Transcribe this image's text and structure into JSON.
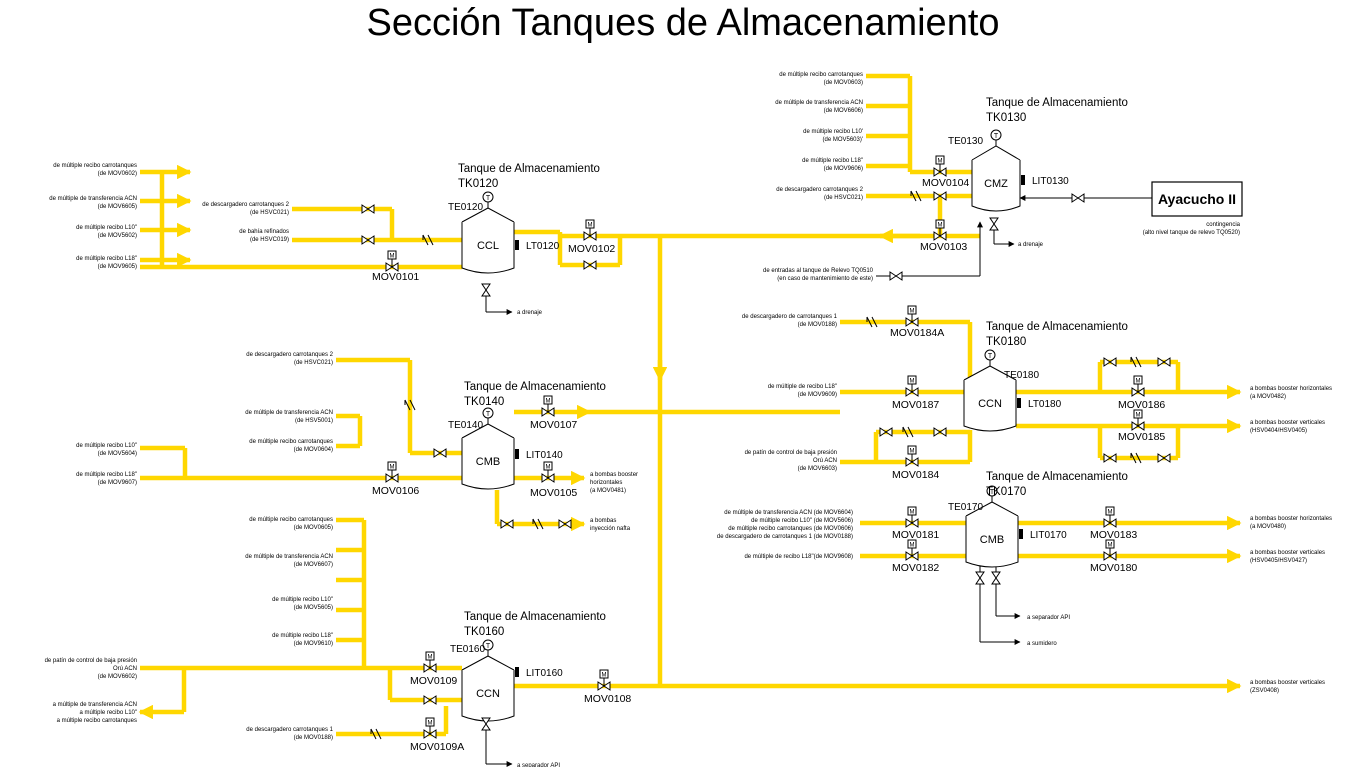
{
  "title": "Sección Tanques de Almacenamiento",
  "tanks": [
    {
      "id": "ccl",
      "name": "CCL",
      "heading": "Tanque de Almacenamiento",
      "tag": "TK0120",
      "te": "TE0120",
      "lt": "LT0120"
    },
    {
      "id": "cmz",
      "name": "CMZ",
      "heading": "Tanque de Almacenamiento",
      "tag": "TK0130",
      "te": "TE0130",
      "lt": "LIT0130"
    },
    {
      "id": "cmb140",
      "name": "CMB",
      "heading": "Tanque de Almacenamiento",
      "tag": "TK0140",
      "te": "TE0140",
      "lt": "LIT0140"
    },
    {
      "id": "ccn180",
      "name": "CCN",
      "heading": "Tanque de Almacenamiento",
      "tag": "TK0180",
      "te": "TE0180",
      "lt": "LT0180"
    },
    {
      "id": "cmb170",
      "name": "CMB",
      "heading": "Tanque de Almacenamiento",
      "tag": "TK0170",
      "te": "TE0170",
      "lt": "LIT0170"
    },
    {
      "id": "ccn160",
      "name": "CCN",
      "heading": "Tanque de Almacenamiento",
      "tag": "TK0160",
      "te": "TE0160",
      "lt": "LIT0160"
    }
  ],
  "valves": [
    {
      "key": "mov0101",
      "tag": "MOV0101"
    },
    {
      "key": "mov0102",
      "tag": "MOV0102"
    },
    {
      "key": "mov0104",
      "tag": "MOV0104"
    },
    {
      "key": "mov0103",
      "tag": "MOV0103"
    },
    {
      "key": "mov0107",
      "tag": "MOV0107"
    },
    {
      "key": "mov0106",
      "tag": "MOV0106"
    },
    {
      "key": "mov0105",
      "tag": "MOV0105"
    },
    {
      "key": "mov0184a",
      "tag": "MOV0184A"
    },
    {
      "key": "mov0187",
      "tag": "MOV0187"
    },
    {
      "key": "mov0184",
      "tag": "MOV0184"
    },
    {
      "key": "mov0186",
      "tag": "MOV0186"
    },
    {
      "key": "mov0185",
      "tag": "MOV0185"
    },
    {
      "key": "mov0181",
      "tag": "MOV0181"
    },
    {
      "key": "mov0182",
      "tag": "MOV0182"
    },
    {
      "key": "mov0183",
      "tag": "MOV0183"
    },
    {
      "key": "mov0180",
      "tag": "MOV0180"
    },
    {
      "key": "mov0109",
      "tag": "MOV0109"
    },
    {
      "key": "mov0109a",
      "tag": "MOV0109A"
    },
    {
      "key": "mov0108",
      "tag": "MOV0108"
    }
  ],
  "external": {
    "box": "Ayacucho II",
    "note1": "contingencia",
    "note2": "(alto nivel tanque de relevo TQ0520)"
  },
  "drain": "a drenaje",
  "labels": {
    "l120_1a": "de múltiple recibo carrotanques",
    "l120_1b": "(de MOV0602)",
    "l120_2a": "de múltiple de transferencia ACN",
    "l120_2b": "(de MOV6605)",
    "l120_3a": "de múltiple recibo L10\"",
    "l120_3b": "(de MOV5602)",
    "l120_4a": "de múltiple recibo L18\"",
    "l120_4b": "(de MOV9605)",
    "l120_5a": "de descargadero carrotanques 2",
    "l120_5b": "(de HSVC021)",
    "l120_6a": "de bahía refinados",
    "l120_6b": "(de HSVC019)",
    "l130_1a": "de múltiple recibo carrotanques",
    "l130_1b": "(de MOV0603)",
    "l130_2a": "de múltiple de transferencia ACN",
    "l130_2b": "(de MOV6606)",
    "l130_3a": "de múltiple recibo L10'",
    "l130_3b": "(de MOV5603)'",
    "l130_4a": "de múltiple recibo L18\"",
    "l130_4b": "(de MOV9606)",
    "l130_5a": "de descargadero carrotanques 2",
    "l130_5b": "(de HSVC021)",
    "relevo_a": "de entradas al tanque de Relevo TQ0510",
    "relevo_b": "(en caso de mantenimiento de este)",
    "l140_1a": "de descargadero carrotanques 2",
    "l140_1b": "(de HSVC021)",
    "l140_2a": "de múltiple de transferencia ACN",
    "l140_2b": "(de HSV5001)",
    "l140_3a": "de múltiple recibo carrotanques",
    "l140_3b": "(de MOV0604)",
    "l140_4a": "de múltiple recibo L10\"",
    "l140_4b": "(de MOV5604)",
    "l140_5a": "de múltiple recibo L18\"",
    "l140_5b": "(de MOV9607)",
    "o140_1a": "a bombas booster",
    "o140_1b": "horizontales",
    "o140_1c": "(a MOV0481)",
    "o140_2a": "a bombas",
    "o140_2b": "inyección nafta",
    "l180_1a": "de descargadero de carrotanques 1",
    "l180_1b": "(de MOV0188)",
    "l180_2a": "de múltiple de recibo L18\"",
    "l180_2b": "(de MOV9609)",
    "l180_3a": "de patín de control de baja presión",
    "l180_3b": "Orú ACN",
    "l180_3c": "(de MOV6603)",
    "o180_1a": "a bombas booster horizontales",
    "o180_1b": "(a MOV0482)",
    "o180_2a": "a bombas booster verticales",
    "o180_2b": "(HSV0404/HSV0405)",
    "l170_1": "de múltiple de transferencia ACN (de MOV6604)",
    "l170_2": "de múltiple recibo L10\" (de MOV5606)",
    "l170_3": "de múltiple recibo carrotanques (de MOV0606)",
    "l170_4": "de descargadero de carrotanques 1 (de MOV0188)",
    "l170_5": "de múltiple de recibo L18\"(de MOV9608)",
    "o170_1a": "a bombas booster horizontales",
    "o170_1b": "(a MOV0480)",
    "o170_2a": "a bombas booster verticales",
    "o170_2b": "(HSV0405/HSV0427)",
    "o170_3": "a separador API",
    "o170_4": "a sumidero",
    "l160_1a": "de múltiple recibo carrotanques",
    "l160_1b": "(de MOV0605)",
    "l160_2a": "de múltiple de transferencia ACN",
    "l160_2b": "(de MOV6607)",
    "l160_3a": "de múltiple recibo L10\"",
    "l160_3b": "(de MOV5605)",
    "l160_4a": "de múltiple recibo L18\"",
    "l160_4b": "(de MOV9610)",
    "l160_5a": "de patín de control de baja presión",
    "l160_5b": "Orú ACN",
    "l160_5c": "(de MOV6602)",
    "l160_6a": "a múltiple de transferencia ACN",
    "l160_6b": "a múltiple recibo L10\"",
    "l160_6c": "a múltiple recibo carrotanques",
    "l160_7a": "de descargadero carrotanques 1",
    "l160_7b": "(de MOV0188)",
    "o160_1": "a separador API",
    "o_main_a": "a bombas booster verticales",
    "o_main_b": "(ZSV0408)"
  },
  "colors": {
    "pipe": "#ffd700",
    "line": "#000000"
  }
}
